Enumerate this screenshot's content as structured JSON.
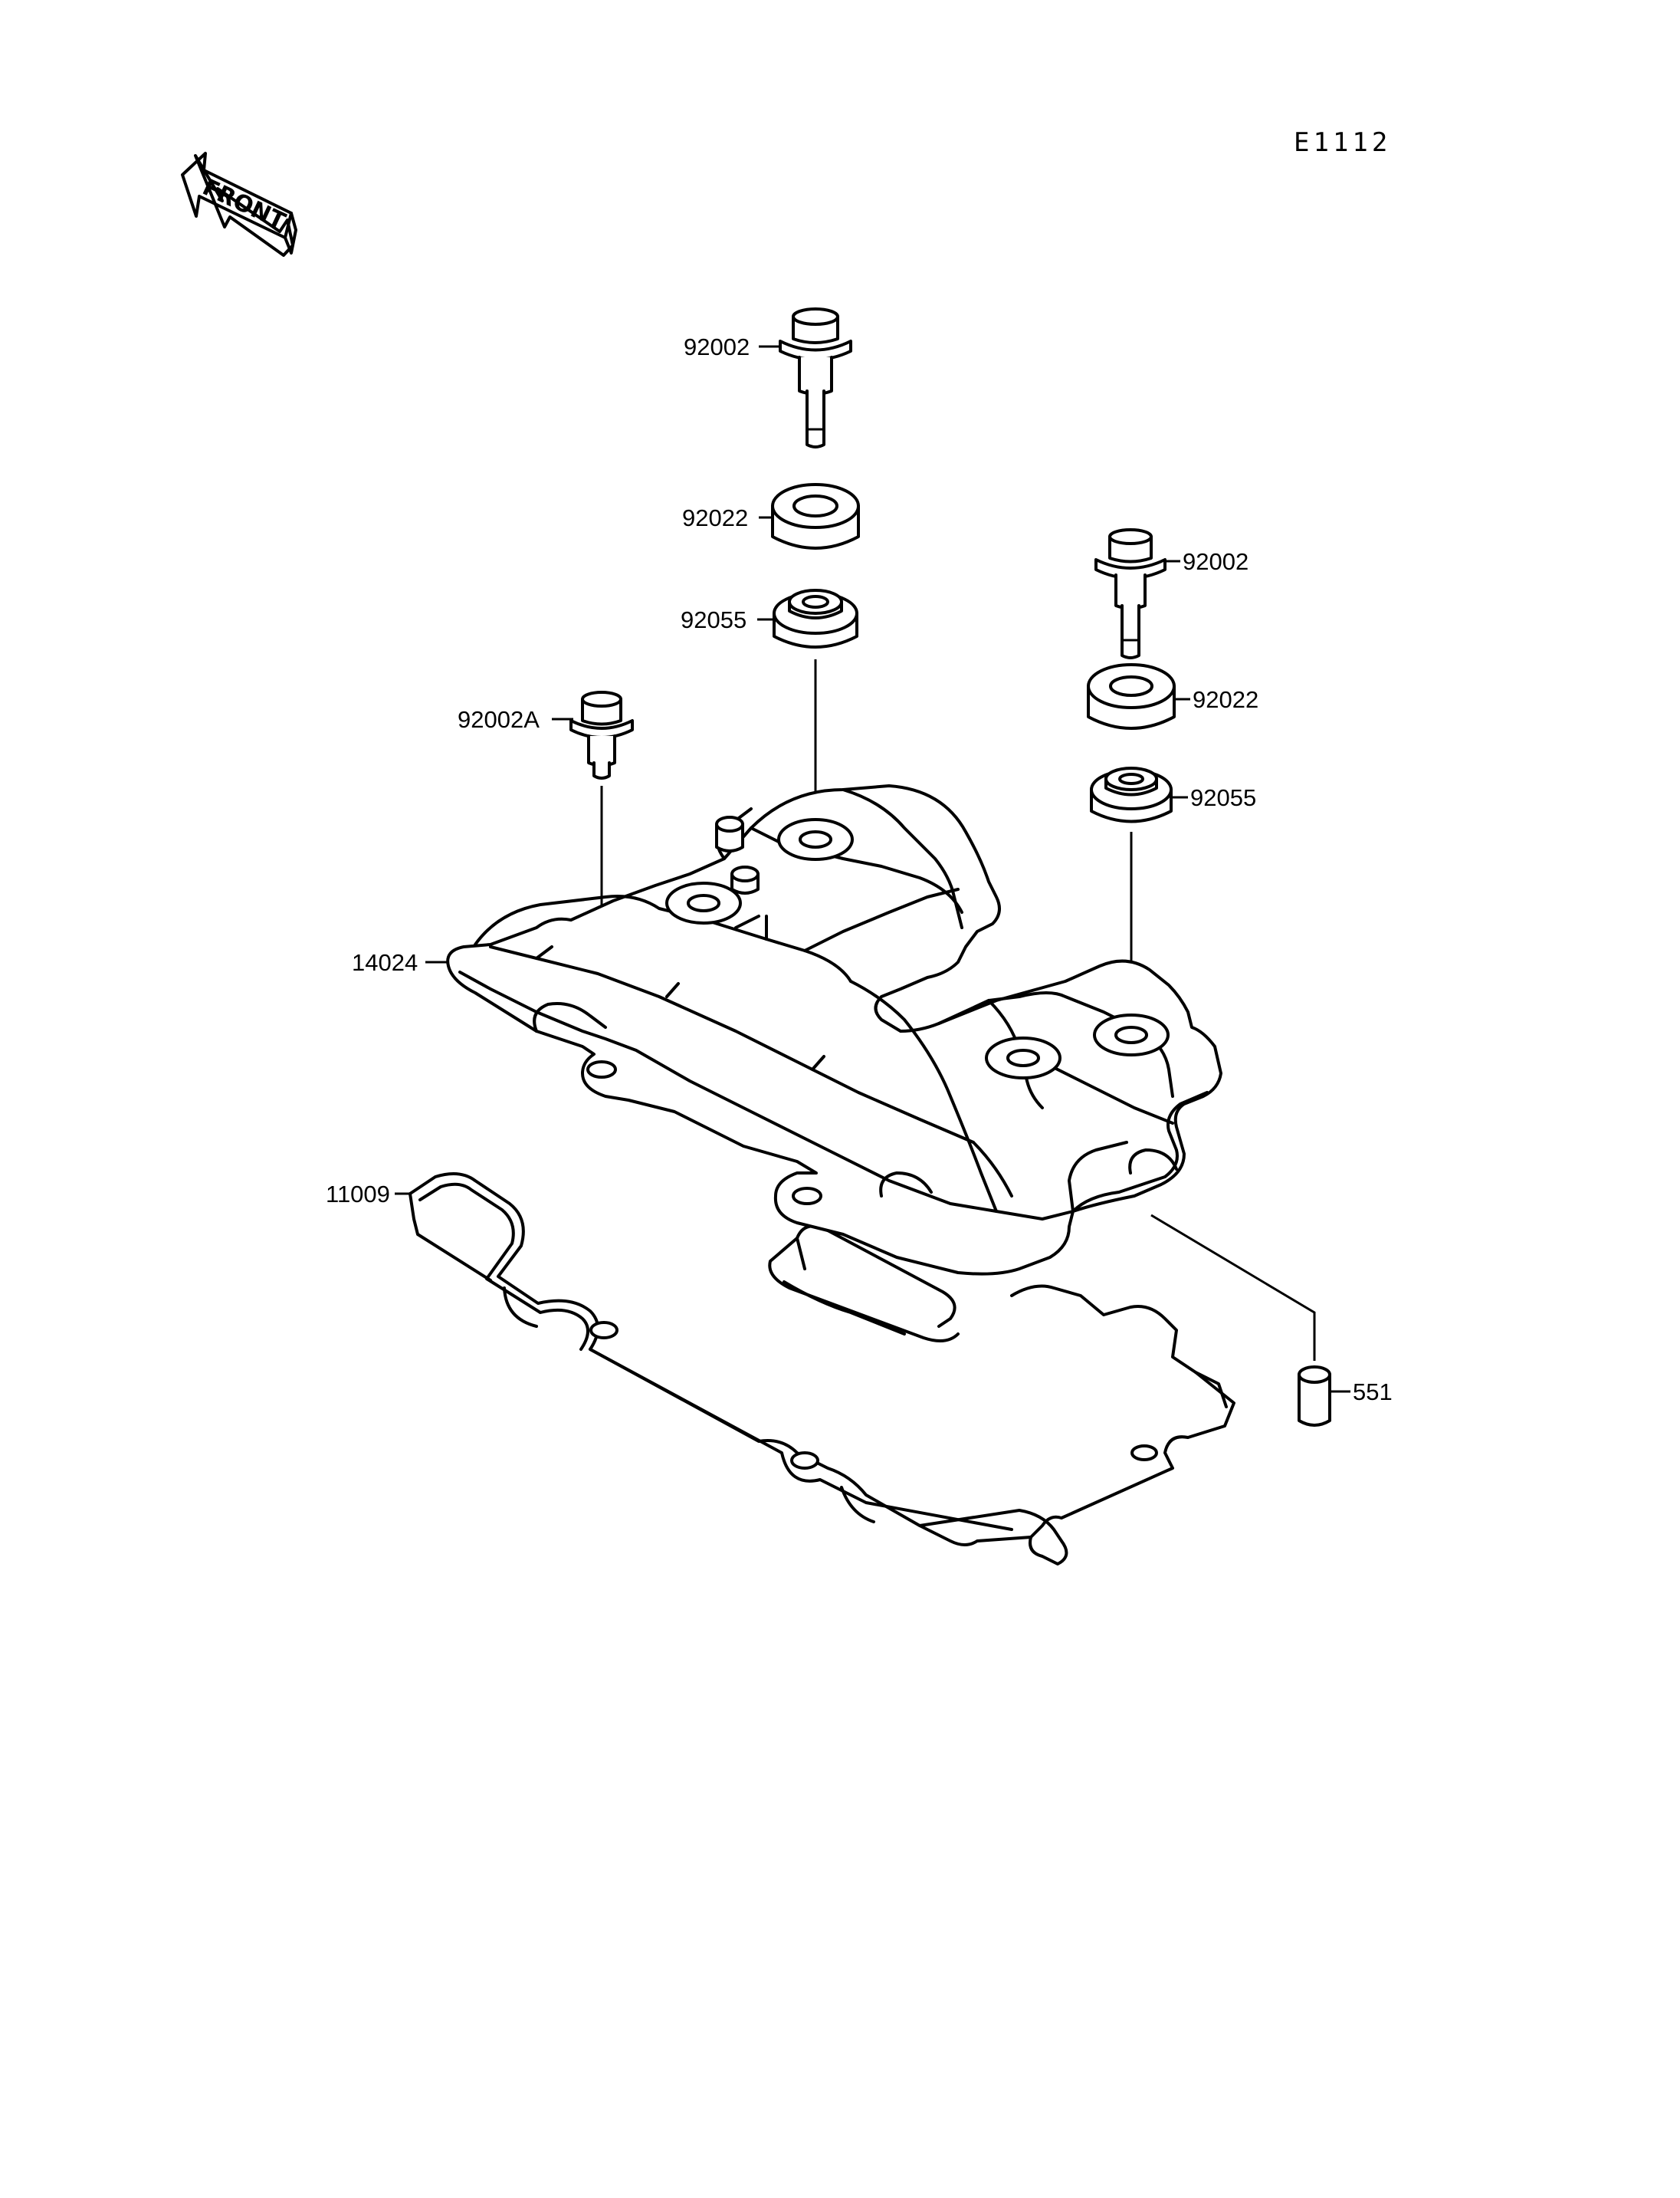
{
  "diagram_code": "E1112",
  "front_arrow_label": "FRONT",
  "callouts": {
    "bolt_center": "92002",
    "washer_center": "92022",
    "grommet_center": "92055",
    "bolt_a_left": "92002A",
    "bolt_right": "92002",
    "washer_right": "92022",
    "grommet_right": "92055",
    "head_cover": "14024",
    "gasket": "11009",
    "dowel_pin": "551"
  }
}
